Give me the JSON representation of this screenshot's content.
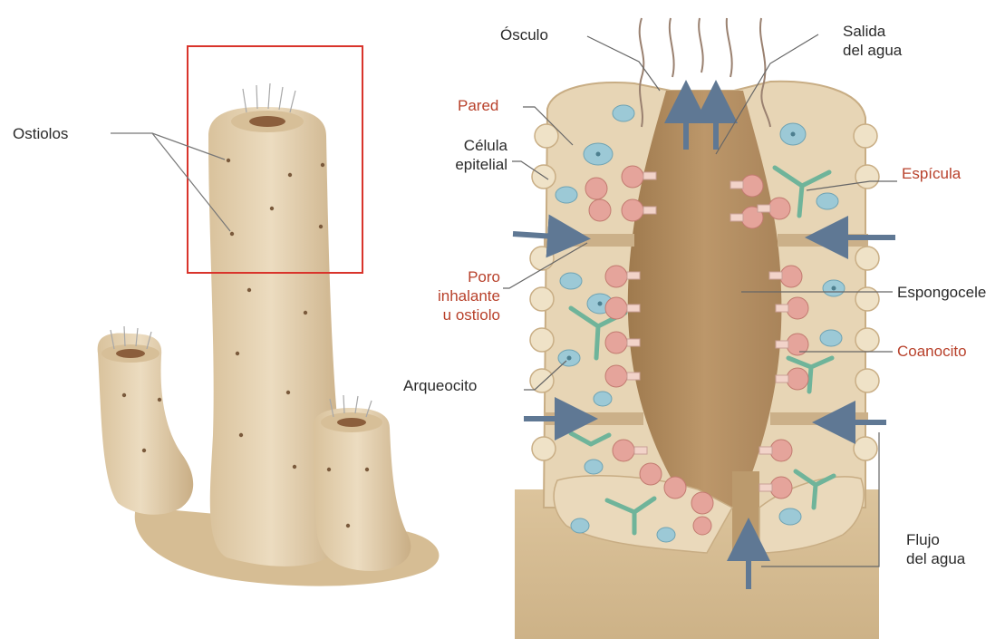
{
  "colors": {
    "sponge": "#e7d5b5",
    "sponge_shadow": "#cdb58e",
    "cavity": "#b58f61",
    "cell_blue": "#9cc9d6",
    "cell_pink": "#e5a49b",
    "spicule": "#6fb49a",
    "arrow": "#5f7894",
    "highlight_box": "#d9342b",
    "label_red": "#b8412b",
    "label_dark": "#2a2a2a"
  },
  "labels": {
    "osculo": "Ósculo",
    "salida_line1": "Salida",
    "salida_line2": "del agua",
    "pared": "Pared",
    "celula_line1": "Célula",
    "celula_line2": "epitelial",
    "espicula": "Espícula",
    "ostiolos": "Ostiolos",
    "poro_line1": "Poro",
    "poro_line2": "inhalante",
    "poro_line3": "u ostiolo",
    "espongocele": "Espongocele",
    "coanocito": "Coanocito",
    "arqueocito": "Arqueocito",
    "flujo_line1": "Flujo",
    "flujo_line2": "del agua"
  }
}
